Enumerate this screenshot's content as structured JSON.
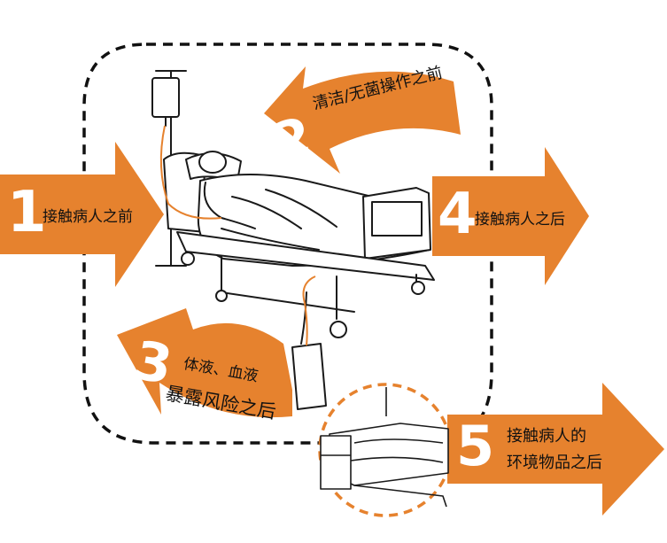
{
  "colors": {
    "arrow": "#e6822e",
    "line": "#1a1a1a",
    "text": "#111111",
    "number": "#ffffff",
    "outline_dashed": "#111111",
    "circle_dashed": "#e6822e"
  },
  "moments": [
    {
      "number": "1",
      "label": "接触病人之前"
    },
    {
      "number": "2",
      "label": "清洁/无菌操作之前"
    },
    {
      "number": "3",
      "label_line1": "体液、血液",
      "label_line2": "暴露风险之后"
    },
    {
      "number": "4",
      "label": "接触病人之后"
    },
    {
      "number": "5",
      "label_line1": "接触病人的",
      "label_line2": "环境物品之后"
    }
  ]
}
